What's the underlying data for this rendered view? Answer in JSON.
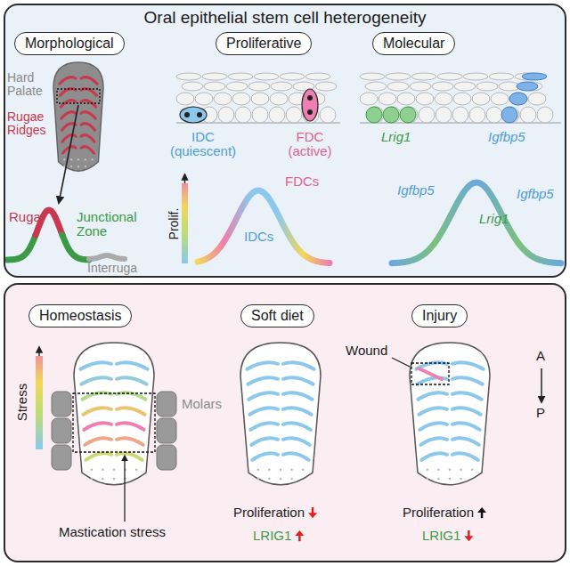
{
  "diagram": {
    "nodes": [
      {
        "text": [
          "Oral epithelial stem cell heterogeneity"
        ]
      },
      {
        "text": [
          "Morphological"
        ],
        "in": 0
      },
      {
        "text": [
          "Proliferative"
        ],
        "in": 0
      },
      {
        "text": [
          "Molecular"
        ],
        "in": 0
      },
      {
        "text": []
      },
      {
        "text": [
          "Homeostasis"
        ],
        "in": 4
      },
      {
        "text": [
          "Soft diet"
        ],
        "in": 4
      },
      {
        "text": [
          "Injury"
        ],
        "in": 4
      }
    ],
    "labels": [
      "Hard Palate",
      "Rugae Ridges",
      "Ruga",
      "Junctional Zone",
      "Interruga",
      "IDC (quiescent)",
      "FDC (active)",
      "Lrig1",
      "Igfbp5",
      "FDCs",
      "Prolif.",
      "IDCs",
      "Igfbp5",
      "Lrig1",
      "Igfbp5",
      "Stress",
      "Molars",
      "Mastication stress",
      "Proliferation",
      "LRIG1",
      "Wound",
      "A",
      "P",
      "Proliferation",
      "LRIG1"
    ]
  }
}
